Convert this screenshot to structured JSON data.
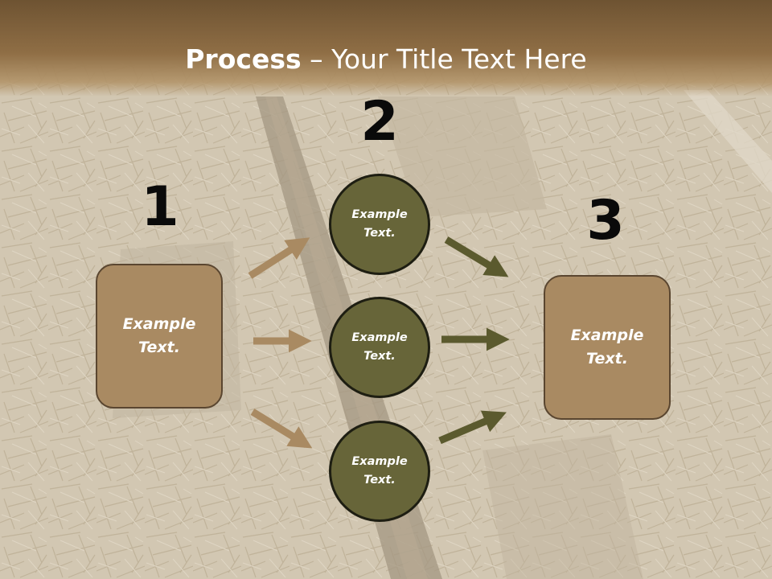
{
  "title": {
    "bold": "Process",
    "rest": " – Your Title Text Here"
  },
  "steps": {
    "step1_number": "1",
    "step2_number": "2",
    "step3_number": "3"
  },
  "nodes": {
    "left_box": "Example\nText.",
    "circle_top": "Example\nText.",
    "circle_middle": "Example\nText.",
    "circle_bottom": "Example\nText.",
    "right_box": "Example\nText."
  },
  "colors": {
    "header": "#8f6e45",
    "box_fill": "#a98a62",
    "circle_fill": "#676539",
    "arrow_tan": "#a98a62",
    "arrow_olive": "#5b5a2e"
  }
}
